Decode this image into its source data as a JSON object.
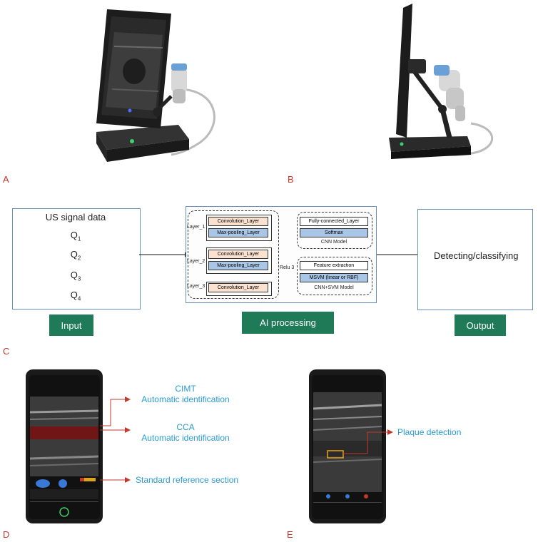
{
  "panels": {
    "a": "A",
    "b": "B",
    "c": "C",
    "d": "D",
    "e": "E"
  },
  "input_box": {
    "title": "US signal data",
    "items": [
      {
        "base": "Q",
        "sub": "1"
      },
      {
        "base": "Q",
        "sub": "2"
      },
      {
        "base": "Q",
        "sub": "3"
      },
      {
        "base": "Q",
        "sub": "4"
      }
    ]
  },
  "buttons": {
    "input": "Input",
    "ai": "AI processing",
    "output": "Output"
  },
  "output_text": "Detecting/classifying",
  "ai": {
    "layer_labels": [
      "Layer_1",
      "Layer_2",
      "Layer_3"
    ],
    "conv": "Convolution_Layer",
    "pool": "Max-pooling_Layer",
    "cnn": {
      "fc": "Fully-connected_Layer",
      "softmax": "Softmax",
      "caption": "CNN Model"
    },
    "svm": {
      "relu": "Relu 3",
      "fe": "Feature extraction",
      "msvm": "MSVM (linear or RBF)",
      "caption": "CNN+SVM Model"
    }
  },
  "phone_d": {
    "labels": [
      {
        "line1": "CIMT",
        "line2": "Automatic identification"
      },
      {
        "line1": "CCA",
        "line2": "Automatic identification"
      },
      {
        "line1": "Standard reference section",
        "line2": ""
      }
    ]
  },
  "phone_e": {
    "label": "Plaque detection"
  },
  "colors": {
    "accent_red": "#c0392b",
    "green": "#1f7a57",
    "cyan": "#2a9bd3",
    "peach": "#fbe1d0",
    "blue": "#a9c6e7"
  }
}
